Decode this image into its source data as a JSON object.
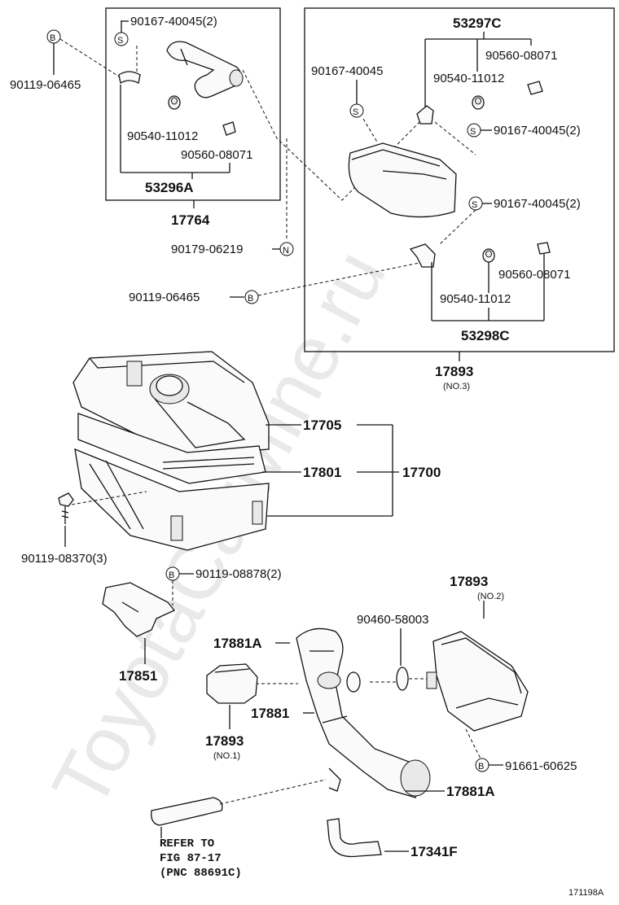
{
  "watermark": "ToyotaCarMine.ru",
  "figure_id": "171198A",
  "symbols": {
    "s": "S",
    "b": "B",
    "n": "N"
  },
  "box_left": {
    "label_top": "90167-40045(2)",
    "label_sub_a": "90540-11012",
    "label_sub_b": "90560-08071",
    "group": "53296A",
    "assembly": "17764"
  },
  "box_right": {
    "group_top": "53297C",
    "label_a": "90167-40045",
    "label_b": "90560-08071",
    "label_c": "90540-11012",
    "label_d": "90167-40045(2)",
    "label_e": "90167-40045(2)",
    "label_f": "90560-08071",
    "label_g": "90540-11012",
    "group_bottom": "53298C",
    "assembly": "17893",
    "assembly_note": "(NO.3)"
  },
  "left_labels": {
    "b_left": "90119-06465",
    "n_clamp": "90179-06219",
    "b_mid": "90119-06465"
  },
  "cleaner": {
    "cap": "17705",
    "element": "17801",
    "assembly": "17700",
    "bolt": "90119-08370(3)"
  },
  "lower": {
    "bracket_bolt": "90119-08878(2)",
    "bracket": "17851",
    "clamp_top": "17881A",
    "hose": "17881",
    "resonator_no1": "17893",
    "resonator_no1_note": "(NO.1)",
    "resonator_no2": "17893",
    "resonator_no2_note": "(NO.2)",
    "grommet": "90460-58003",
    "screw": "91661-60625",
    "clamp_bottom": "17881A",
    "small_hose": "17341F",
    "refer_1": "REFER TO",
    "refer_2": "FIG 87-17",
    "refer_3": "(PNC 88691C)"
  }
}
